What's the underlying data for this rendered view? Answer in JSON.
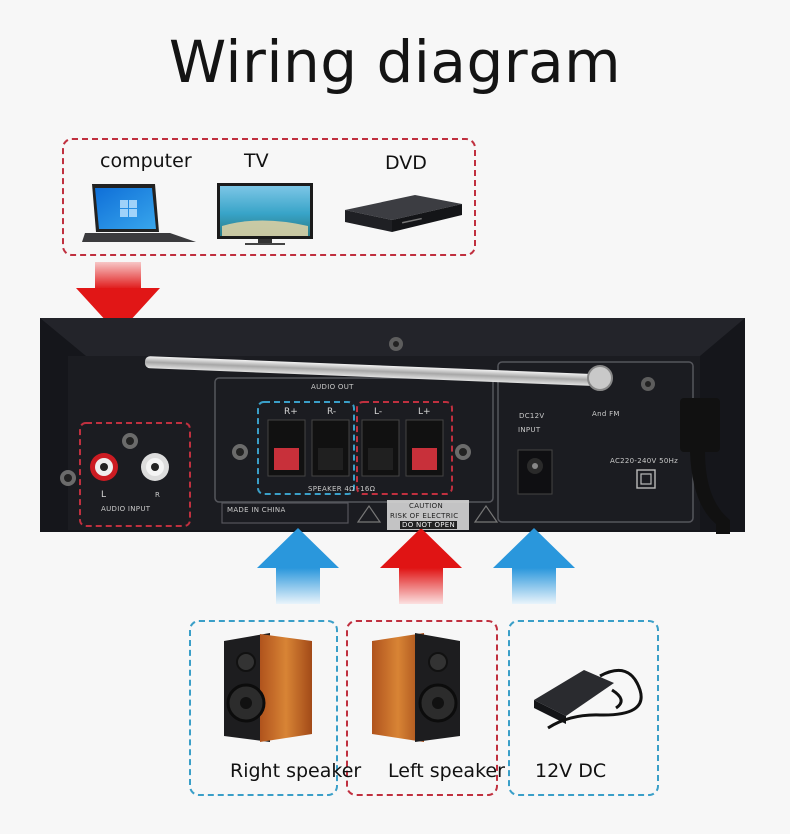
{
  "title": "Wiring diagram",
  "sources": [
    {
      "label": "computer",
      "icon": "laptop-icon"
    },
    {
      "label": "TV",
      "icon": "tv-icon"
    },
    {
      "label": "DVD",
      "icon": "dvd-player-icon"
    }
  ],
  "panel": {
    "audio_out": "AUDIO OUT",
    "r_plus": "R+",
    "r_minus": "R-",
    "l_minus": "L-",
    "l_plus": "L+",
    "speaker_spec": "SPEAKER 4Ω -16Ω",
    "dc_input": "DC12V",
    "dc_input2": "INPUT",
    "fm": "And FM",
    "ac": "AC220-240V 50Hz",
    "left": "L",
    "right": "R",
    "audio_input": "AUDIO INPUT",
    "made_in": "MADE IN CHINA",
    "caution": "CAUTION",
    "caution2": "RISK OF ELECTRIC",
    "caution3": "DO NOT OPEN"
  },
  "outputs": [
    {
      "label": "Right speaker",
      "icon": "speaker-icon"
    },
    {
      "label": "Left speaker",
      "icon": "speaker-icon"
    },
    {
      "label": "12V DC",
      "icon": "power-adapter-icon"
    }
  ],
  "colors": {
    "red": "#c0303f",
    "blue": "#3a9fc8",
    "device": "#15161b"
  }
}
